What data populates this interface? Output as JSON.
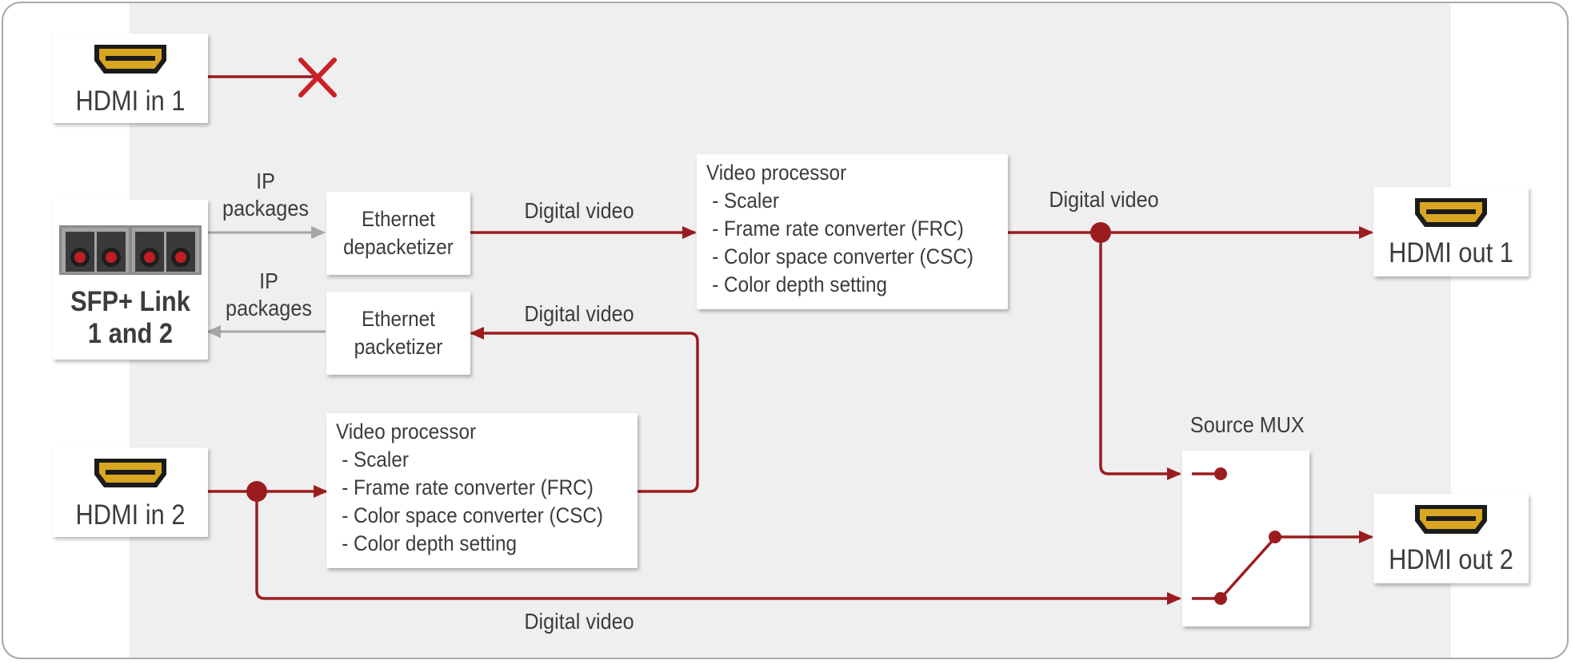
{
  "ports": {
    "hdmi_in_1": "HDMI in 1",
    "hdmi_in_2": "HDMI in 2",
    "hdmi_out_1": "HDMI out 1",
    "hdmi_out_2": "HDMI out 2",
    "sfp_line1": "SFP+ Link",
    "sfp_line2": "1 and 2"
  },
  "blocks": {
    "depacketizer": [
      "Ethernet",
      "depacketizer"
    ],
    "packetizer": [
      "Ethernet",
      "packetizer"
    ],
    "video_processor_1": {
      "title": "Video processor",
      "items": [
        "- Scaler",
        "- Frame rate converter (FRC)",
        "- Color space converter (CSC)",
        "- Color depth setting"
      ]
    },
    "video_processor_2": {
      "title": "Video processor",
      "items": [
        "- Scaler",
        "- Frame rate converter (FRC)",
        "- Color space converter (CSC)",
        "- Color depth setting"
      ]
    },
    "source_mux": "Source MUX"
  },
  "labels": {
    "ip_packages_in": [
      "IP",
      "packages"
    ],
    "ip_packages_out": [
      "IP",
      "packages"
    ],
    "digital_video_depack": "Digital video",
    "digital_video_pack": "Digital video",
    "digital_video_out": "Digital video",
    "digital_video_bottom": "Digital video"
  },
  "colors": {
    "signal": "#9b1c1f",
    "ip_line": "#a6a6a6",
    "band": "#efefef",
    "hdmi_gold": "#d8a622"
  },
  "icons": {
    "hdmi": "hdmi-connector-icon",
    "sfp": "sfp-cage-icon",
    "disabled": "cross-icon",
    "mux": "switch-icon"
  }
}
